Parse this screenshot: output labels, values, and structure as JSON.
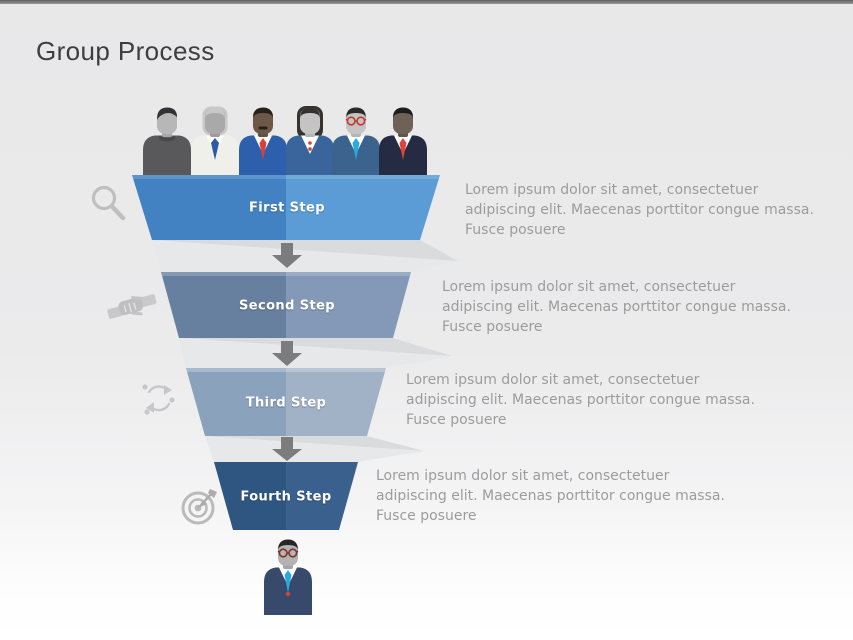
{
  "title": "Group Process",
  "steps": [
    {
      "label": "First Step",
      "description": "Lorem ipsum dolor sit amet, consectetuer\nadipiscing elit. Maecenas porttitor congue massa.\nFusce posuere",
      "icon": "magnifier-icon",
      "colors": {
        "left": "#4282c2",
        "right": "#5b9cd6"
      }
    },
    {
      "label": "Second Step",
      "description": "Lorem ipsum dolor sit amet, consectetuer\nadipiscing elit. Maecenas porttitor congue massa.\nFusce posuere",
      "icon": "handshake-icon",
      "colors": {
        "left": "#67809f",
        "right": "#8399b7"
      }
    },
    {
      "label": "Third Step",
      "description": "Lorem ipsum dolor sit amet, consectetuer\nadipiscing elit. Maecenas porttitor congue massa.\nFusce posuere",
      "icon": "cycle-arrows-icon",
      "colors": {
        "left": "#8aa2bc",
        "right": "#a1b2c7"
      }
    },
    {
      "label": "Fourth Step",
      "description": "Lorem ipsum dolor sit amet, consectetuer\nadipiscing elit. Maecenas porttitor congue massa.\nFusce posuere",
      "icon": "target-icon",
      "colors": {
        "left": "#2f5680",
        "right": "#3a618d"
      }
    }
  ],
  "figures": {
    "top": [
      "man-gray-sweater",
      "senior-man-white-coat",
      "man-blue-suit-red-tie",
      "woman-blue-suit",
      "man-red-glasses-cyan-tie",
      "man-navy-suit-red-tie"
    ],
    "bottom": "man-glasses-navy-suit-cyan-tie"
  },
  "arrow_color": "#7c7c7c",
  "fold_colors": {
    "dark": "#d9dbdd",
    "bright": "#e7e8e9"
  },
  "icon_color": "#bfbfc1"
}
